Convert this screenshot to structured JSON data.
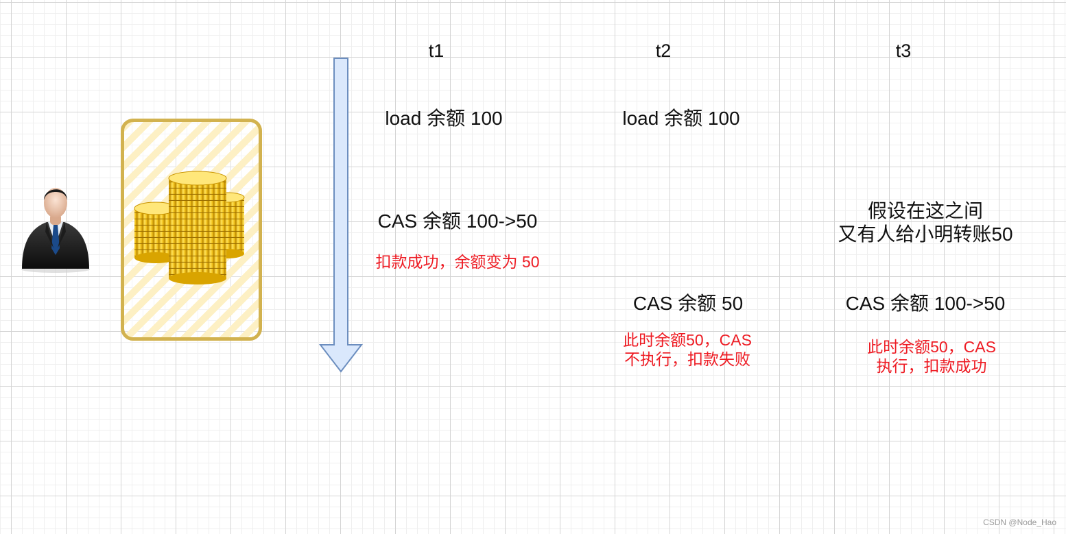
{
  "columns": [
    {
      "label": "t1"
    },
    {
      "label": "t2"
    },
    {
      "label": "t3"
    }
  ],
  "t1": {
    "load": "load 余额 100",
    "cas": "CAS 余额 100->50",
    "result": "扣款成功，余额变为 50"
  },
  "t2": {
    "load": "load 余额 100",
    "cas": "CAS 余额 50",
    "result": [
      "此时余额50，CAS",
      "不执行，扣款失败"
    ]
  },
  "t3": {
    "event": [
      "假设在这之间",
      "又有人给小明转账50"
    ],
    "cas": "CAS 余额 100->50",
    "result": [
      "此时余额50，CAS",
      "执行，扣款成功"
    ]
  },
  "watermark": "CSDN @Node_Hao",
  "colors": {
    "note_text": "#ee1c24",
    "arrow_fill": "#dae8fc",
    "arrow_stroke": "#6c8ebf",
    "wallet_border": "#d2b24f",
    "coin": "#f2c21b"
  },
  "icons": {
    "person": "businessman-icon",
    "money": "coin-stack-icon",
    "time": "time-arrow-down-icon"
  }
}
